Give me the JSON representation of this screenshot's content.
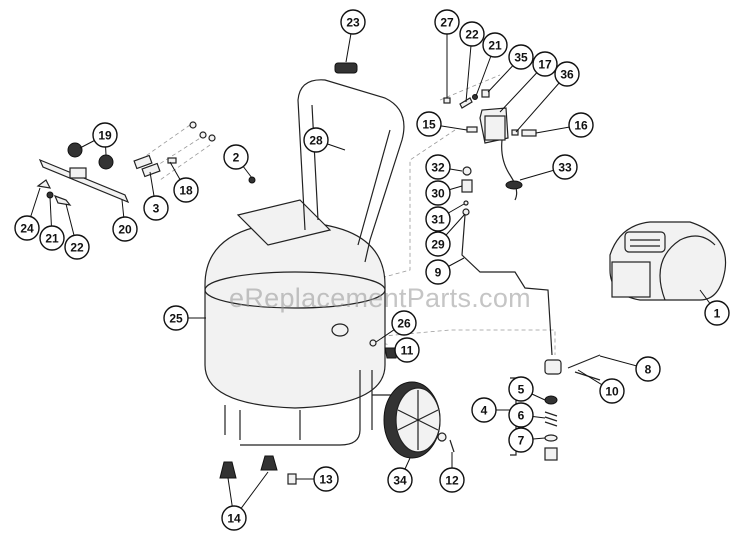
{
  "watermark": "eReplacementParts.com",
  "callouts": {
    "c1": "1",
    "c2": "2",
    "c3": "3",
    "c4": "4",
    "c5": "5",
    "c6": "6",
    "c7": "7",
    "c8": "8",
    "c9": "9",
    "c10": "10",
    "c11": "11",
    "c12": "12",
    "c13": "13",
    "c14": "14",
    "c15": "15",
    "c16": "16",
    "c17": "17",
    "c18": "18",
    "c19": "19",
    "c20": "20",
    "c21a": "21",
    "c21b": "21",
    "c22a": "22",
    "c22b": "22",
    "c23": "23",
    "c24": "24",
    "c25": "25",
    "c26": "26",
    "c27": "27",
    "c28": "28",
    "c29": "29",
    "c30": "30",
    "c31": "31",
    "c32": "32",
    "c33": "33",
    "c34": "34",
    "c35": "35",
    "c36": "36"
  }
}
